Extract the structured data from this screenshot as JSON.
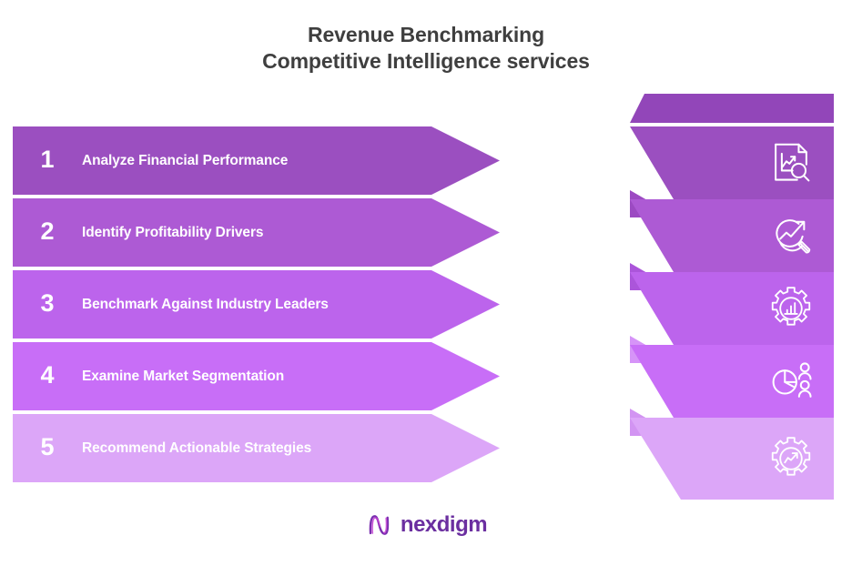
{
  "title": {
    "line1": "Revenue Benchmarking",
    "line2": "Competitive Intelligence services",
    "color": "#3f3f3f"
  },
  "background_color": "#ffffff",
  "steps": [
    {
      "number": "1",
      "label": "Analyze Financial Performance",
      "color": "#9b4fc0",
      "fold_color": "#8a3fae",
      "icon": "document-line-chart-search-icon"
    },
    {
      "number": "2",
      "label": "Identify Profitability Drivers",
      "color": "#ad5ad4",
      "fold_color": "#9c4ac2",
      "icon": "trend-arrow-magnifier-icon"
    },
    {
      "number": "3",
      "label": "Benchmark Against Industry Leaders",
      "color": "#bc64ec",
      "fold_color": "#ab55da",
      "icon": "gear-bar-chart-icon"
    },
    {
      "number": "4",
      "label": "Examine Market Segmentation",
      "color": "#c86ef7",
      "fold_color": "#d694f8",
      "icon": "pie-chart-people-icon"
    },
    {
      "number": "5",
      "label": "Recommend Actionable Strategies",
      "color": "#dca6f8",
      "fold_color": "#d294f2",
      "icon": "gear-trend-line-icon"
    }
  ],
  "ribbon": {
    "cap_color": "#9246b9"
  },
  "logo": {
    "text": "nexdigm",
    "mark": "nexdigm-n-mark-icon",
    "color": "#6b2fa0"
  }
}
